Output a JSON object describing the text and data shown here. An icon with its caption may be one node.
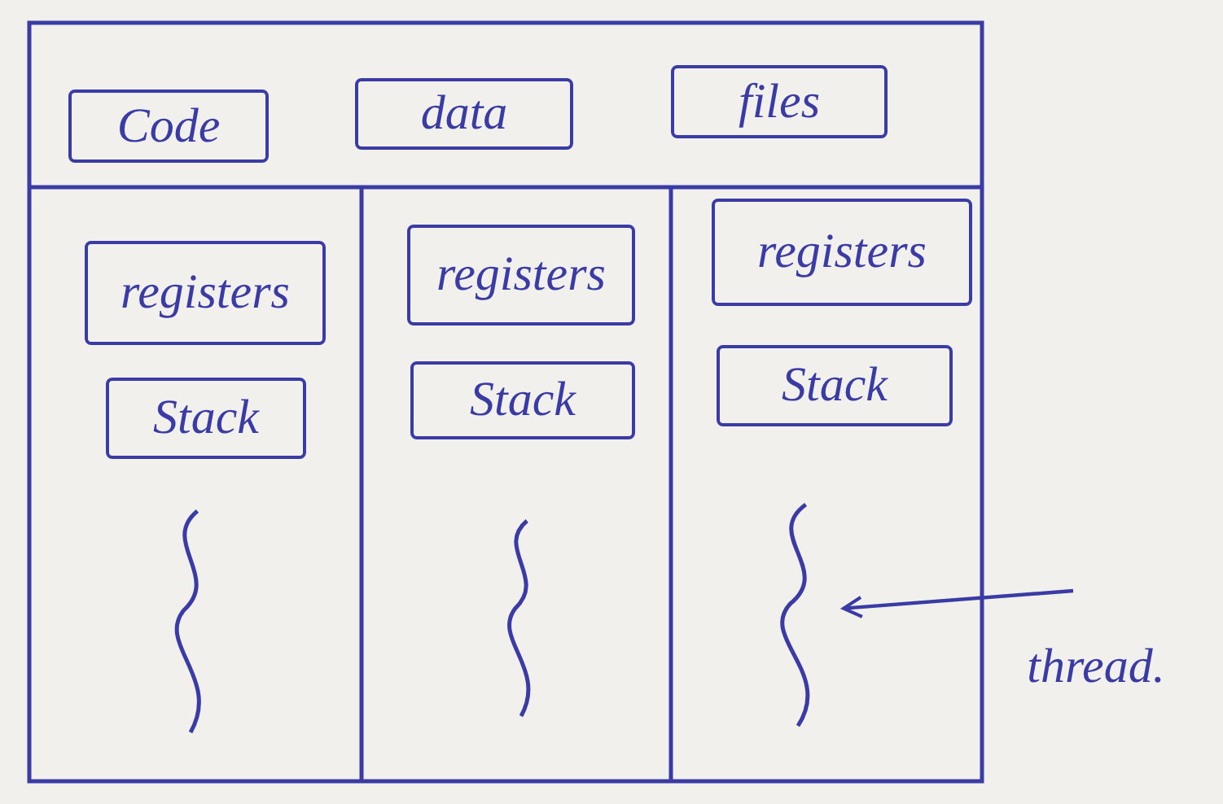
{
  "diagram": {
    "nodes": [
      {
        "text": [
          "Code"
        ]
      },
      {
        "text": [
          "data"
        ]
      },
      {
        "text": [
          "files"
        ]
      },
      {
        "text": [
          "registers"
        ]
      },
      {
        "text": [
          "registers"
        ]
      },
      {
        "text": [
          "registers"
        ]
      },
      {
        "text": [
          "Stack"
        ]
      },
      {
        "text": [
          "Stack"
        ]
      },
      {
        "text": [
          "Stack"
        ]
      },
      {
        "text": [],
        "shape": "squiggle"
      },
      {
        "text": [],
        "shape": "squiggle"
      },
      {
        "text": [],
        "shape": "squiggle"
      },
      {
        "text": [
          "thread."
        ]
      }
    ],
    "edges": [
      {
        "from": 12,
        "to": 11,
        "arrow": "to"
      }
    ]
  }
}
